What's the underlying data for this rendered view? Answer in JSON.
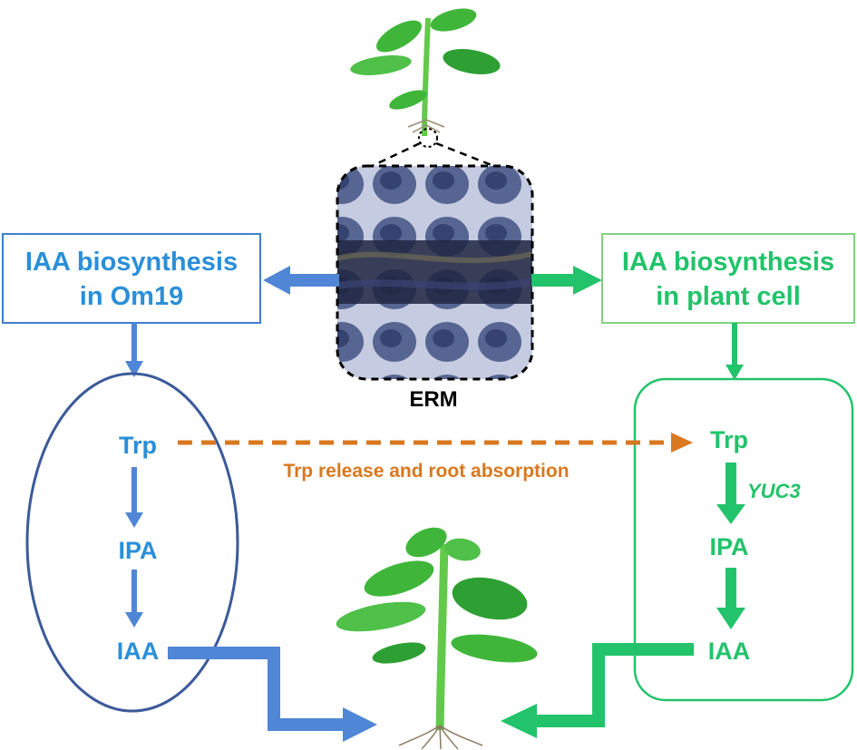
{
  "colors": {
    "blue_text": "#2a8fd8",
    "blue_box_border": "#3d7fd0",
    "blue_arrow": "#4f86d6",
    "ellipse_border": "#3c5a9a",
    "green_text": "#22c36a",
    "green_box_border": "#7fd27f",
    "green_arrow": "#22c36a",
    "orange": "#d9781f",
    "leaf_green": "#3fb63a",
    "stem_green": "#62c94a",
    "micro_dark": "#2c3550",
    "micro_light": "#b9bed8"
  },
  "left_panel": {
    "title_line1": "IAA biosynthesis",
    "title_line2": "in Om19",
    "nodes": [
      "Trp",
      "IPA",
      "IAA"
    ]
  },
  "right_panel": {
    "title_line1": "IAA biosynthesis",
    "title_line2": "in plant cell",
    "nodes": [
      "Trp",
      "IPA",
      "IAA"
    ],
    "enzyme": "YUC3"
  },
  "center": {
    "micrograph_label": "ERM"
  },
  "transfer": {
    "label": "Trp release and root absorption"
  }
}
